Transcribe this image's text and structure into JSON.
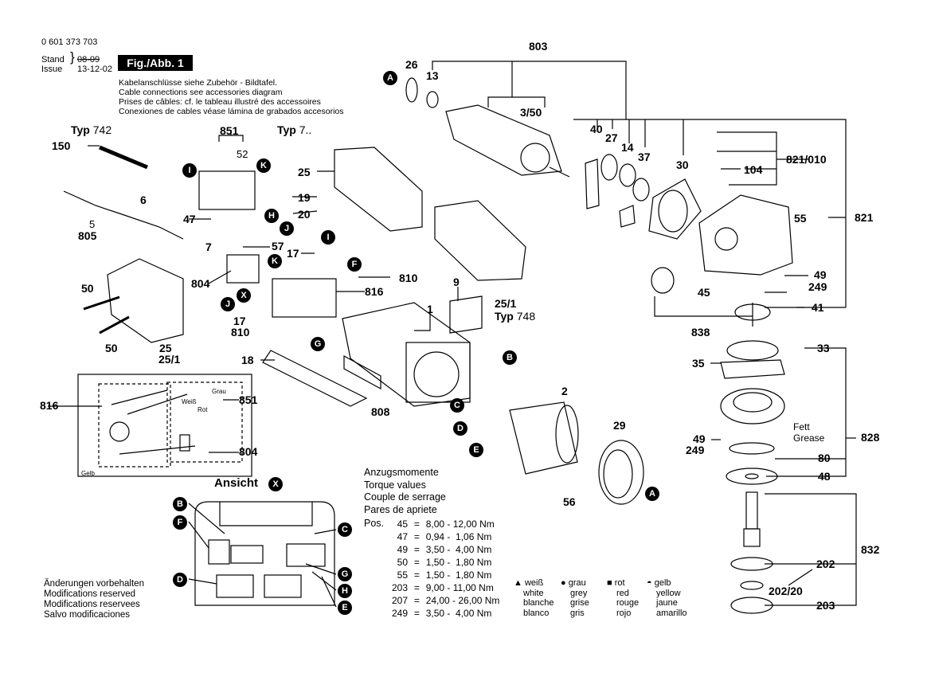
{
  "header": {
    "part_number": "0 601 373 703",
    "stand_label": "Stand",
    "issue_label": "Issue",
    "date_old": "08-09",
    "date_new": "13-12-02",
    "fig_label": "Fig./Abb. 1"
  },
  "notes": [
    "Kabelanschlüsse siehe Zubehör - Bildtafel.",
    "Cable connections see accessories diagram",
    "Prises de câbles: cf. le tableau illustré des accessoires",
    "Conexiones de cables véase lámina de grabados accesorios"
  ],
  "types": {
    "typ742": {
      "prefix": "Typ",
      "num": "742"
    },
    "typ7": {
      "prefix": "Typ",
      "num": "7.."
    },
    "typ748": {
      "prefix": "Typ",
      "num": "748"
    }
  },
  "part_labels": {
    "p803": "803",
    "p26": "26",
    "p13": "13",
    "p3_50": "3/50",
    "p851a": "851",
    "p52": "52",
    "p150": "150",
    "p6": "6",
    "p5": "5",
    "p805": "805",
    "p47": "47",
    "p7": "7",
    "p57": "57",
    "p804a": "804",
    "p25a": "25",
    "p19": "19",
    "p20": "20",
    "p40": "40",
    "p27": "27",
    "p14": "14",
    "p37": "37",
    "p30": "30",
    "p821_010": "821/010",
    "p104": "104",
    "p55": "55",
    "p821": "821",
    "p49a": "49",
    "p249a": "249",
    "p45": "45",
    "p41": "41",
    "p838": "838",
    "p17a": "17",
    "p810a": "810",
    "p816a": "816",
    "p9": "9",
    "p25_1a": "25/1",
    "p1": "1",
    "p50a": "50",
    "p50b": "50",
    "p25b": "25",
    "p25_1b": "25/1",
    "p17b": "17",
    "p810b": "810",
    "p18": "18",
    "p808": "808",
    "p2": "2",
    "p29": "29",
    "p56": "56",
    "p33": "33",
    "p35": "35",
    "p828": "828",
    "p49b": "49",
    "p249b": "249",
    "p80": "80",
    "p48": "48",
    "p832": "832",
    "p202": "202",
    "p202_20": "202/20",
    "p203": "203",
    "p816b": "816",
    "p851b": "851",
    "p804b": "804"
  },
  "callouts": {
    "A": "A",
    "B": "B",
    "C": "C",
    "D": "D",
    "E": "E",
    "F": "F",
    "G": "G",
    "H": "H",
    "I": "I",
    "J": "J",
    "K": "K",
    "X": "X"
  },
  "fett": [
    "Fett",
    "Grease"
  ],
  "wiring": {
    "grau": "Grau",
    "weiss": "Weiß",
    "rot": "Rot",
    "gelb": "Gelb"
  },
  "ansicht": {
    "label": "Ansicht"
  },
  "torque": {
    "titles": [
      "Anzugsmomente",
      "Torque values",
      "Couple de serrage",
      "Pares de apriete"
    ],
    "pos_label": "Pos.",
    "rows": [
      {
        "pos": "45",
        "eq": "=",
        "range": "8,00 - 12,00 Nm"
      },
      {
        "pos": "47",
        "eq": "=",
        "range": "0,94 -  1,06 Nm"
      },
      {
        "pos": "49",
        "eq": "=",
        "range": "3,50 -  4,00 Nm"
      },
      {
        "pos": "50",
        "eq": "=",
        "range": "1,50 -  1,80 Nm"
      },
      {
        "pos": "55",
        "eq": "=",
        "range": "1,50 -  1,80 Nm"
      },
      {
        "pos": "203",
        "eq": "=",
        "range": "9,00 - 11,00 Nm"
      },
      {
        "pos": "207",
        "eq": "=",
        "range": "24,00 - 26,00 Nm"
      },
      {
        "pos": "249",
        "eq": "=",
        "range": "3,50 -  4,00 Nm"
      }
    ]
  },
  "color_legend": [
    {
      "symbol": "▲",
      "lines": [
        "weiß",
        "white",
        "blanche",
        "blanco"
      ]
    },
    {
      "symbol": "●",
      "lines": [
        "grau",
        "grey",
        "grise",
        "gris"
      ]
    },
    {
      "symbol": "■",
      "lines": [
        "rot",
        "red",
        "rouge",
        "rojo"
      ]
    },
    {
      "symbol": "◓",
      "lines": [
        "gelb",
        "yellow",
        "jaune",
        "amarillo"
      ]
    }
  ],
  "footer_notes": [
    "Änderungen vorbehalten",
    "Modifications reserved",
    "Modifications reservees",
    "Salvo modificaciones"
  ]
}
